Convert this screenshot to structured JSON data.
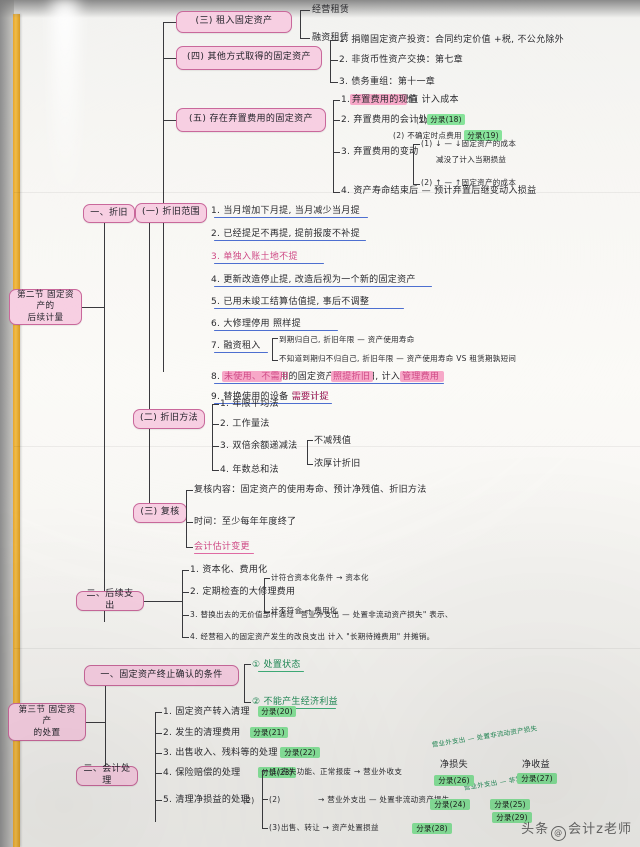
{
  "meta": {
    "kind": "handwritten-mindmap-photo",
    "subject": "固定资产 会计笔记思维导图"
  },
  "watermark": {
    "prefix": "头条",
    "at": "@",
    "handle": "会计z老师"
  },
  "nodes": {
    "n_lease": "(三) 租入固定资产",
    "n_other": "(四) 其他方式取得的固定资产",
    "n_abandon": "(五) 存在弃置费用的固定资产",
    "root_subsequent": "第二节 固定资产的\n后续计量",
    "b_depreciation": "一、折旧",
    "b_dep_scope": "(一) 折旧范围",
    "b_dep_method": "(二) 折旧方法",
    "b_review": "(三) 复核",
    "b_subsequent_exp": "二、后续支出",
    "root_disposal": "第三节 固定资产\n的处置",
    "d_terminate": "一、固定资产终止确认的条件",
    "d_accounting": "二、会计处理"
  },
  "lease_children": [
    "经营租赁",
    "融资租赁"
  ],
  "other_children": [
    "1. 捐赠固定资产投资：合同约定价值 +税, 不公允除外",
    "2. 非货币性资产交换：第七章",
    "3. 债务重组：第十一章"
  ],
  "abandon_children": [
    "1. 弃置费用的现值 计入成本",
    "2. 弃置费用的会计处理",
    "3. 弃置费用的变动",
    "4. 资产寿命结束后 — 预计弃置后继变动入损益"
  ],
  "abandon_marks": [
    {
      "text": "分录(18)",
      "color": "green"
    },
    {
      "text": "(2) 不确定时点费用",
      "color": "none"
    },
    {
      "text": "分录(19)",
      "color": "green"
    }
  ],
  "abandon_variation": [
    "(1) ↓ — ↓固定资产的成本",
    "减没了计入当期损益",
    "(2) ↑ — ↑固定资产的成本"
  ],
  "dep_scope_items": [
    {
      "text": "1. 当月增加下月提, 当月减少当月提",
      "ul": "blue"
    },
    {
      "text": "2. 已经提足不再提, 提前报废不补提",
      "ul": "blue"
    },
    {
      "text": "3. 单独入账土地不提",
      "ul": "blue",
      "color": "pinkink"
    },
    {
      "text": "4. 更新改造停止提, 改造后视为一个新的固定资产",
      "ul": "blue"
    },
    {
      "text": "5. 已用未竣工结算估值提, 事后不调整",
      "ul": "blue"
    },
    {
      "text": "6. 大修理停用 照样提",
      "ul": "blue"
    },
    {
      "text": "7. 融资租入",
      "ul": "blue"
    },
    {
      "text": "8. 未使用、不需用的固定资产 照提折旧, 计入管理费用",
      "ul": "blue"
    },
    {
      "text": "9. 替换使用的设备 需要计提",
      "ul": "blue"
    }
  ],
  "dep_scope_7_sub": [
    "到期归自己, 折旧年限 — 资产使用寿命",
    "不知道到期归不归自己, 折旧年限 — 资产使用寿命 VS 租赁期孰短间"
  ],
  "dep_scope_8_marks": [
    {
      "text": "未使用、不需用",
      "color": "pink"
    },
    {
      "text": "照提折旧",
      "color": "pink"
    },
    {
      "text": "管理费用",
      "color": "pink"
    }
  ],
  "dep_method_items": [
    "1. 年限平均法",
    "2. 工作量法",
    "3. 双倍余额递减法",
    "4. 年数总和法"
  ],
  "dep_method_sub": [
    "不减残值",
    "浓厚计折旧"
  ],
  "review_items": [
    "复核内容：固定资产的使用寿命、预计净残值、折旧方法",
    "时间：至少每年年度终了",
    "会计估计变更"
  ],
  "subsequent_items": [
    "1. 资本化、费用化",
    "2. 定期检查的大修理费用",
    "3. 替换出去的无价值部件通过 \"营业外支出 — 处置非流动资产损失\" 表示、",
    "4. 经营租入的固定资产发生的改良支出 计入 \"长期待摊费用\" 并摊销。"
  ],
  "subsequent_sub": [
    "计符合资本化条件 → 资本化",
    "计不符合 → 费用化"
  ],
  "terminate_items": [
    "① 处置状态",
    "② 不能产生经济利益"
  ],
  "accounting_items": [
    {
      "text": "1. 固定资产转入清理",
      "mark": "分录(20)"
    },
    {
      "text": "2. 发生的清理费用",
      "mark": "分录(21)"
    },
    {
      "text": "3. 出售收入、残料等的处理",
      "mark": "分录(22)"
    },
    {
      "text": "4. 保险赔偿的处理",
      "mark": "分录(23)"
    },
    {
      "text": "5. 清理净损益的处理",
      "mark": ""
    }
  ],
  "disposal_cases": [
    {
      "no": "(1)",
      "text": "丧失功能、正常报废 → 营业外收支"
    },
    {
      "no": "(2)",
      "text": "→ 营业外支出 — 处置非流动资产损失"
    },
    {
      "no": "(3)",
      "text": "出售、转让 → 资产处置损益"
    }
  ],
  "disposal_table": {
    "top_note": "营业外支出 — 处置非流动资产损失",
    "mid_note": "营业外支出 — 非常损失",
    "col_loss": "净损失",
    "col_gain": "净收益",
    "row1": [
      "分录(26)",
      "分录(27)"
    ],
    "row2": [
      "分录(24)",
      "分录(25)"
    ],
    "row3_left": "分录(28)",
    "row3_right": "分录(29)"
  },
  "colors": {
    "node_fill": "#f7cfe2",
    "node_border": "#c9689b",
    "highlight_green": "#87e39a",
    "highlight_pink": "#f7a8c8",
    "ink_black": "#2a2a2e",
    "ink_blue": "#2d3f8f",
    "ink_pink": "#cf4a86",
    "edge_strip": "#e7a52c"
  }
}
